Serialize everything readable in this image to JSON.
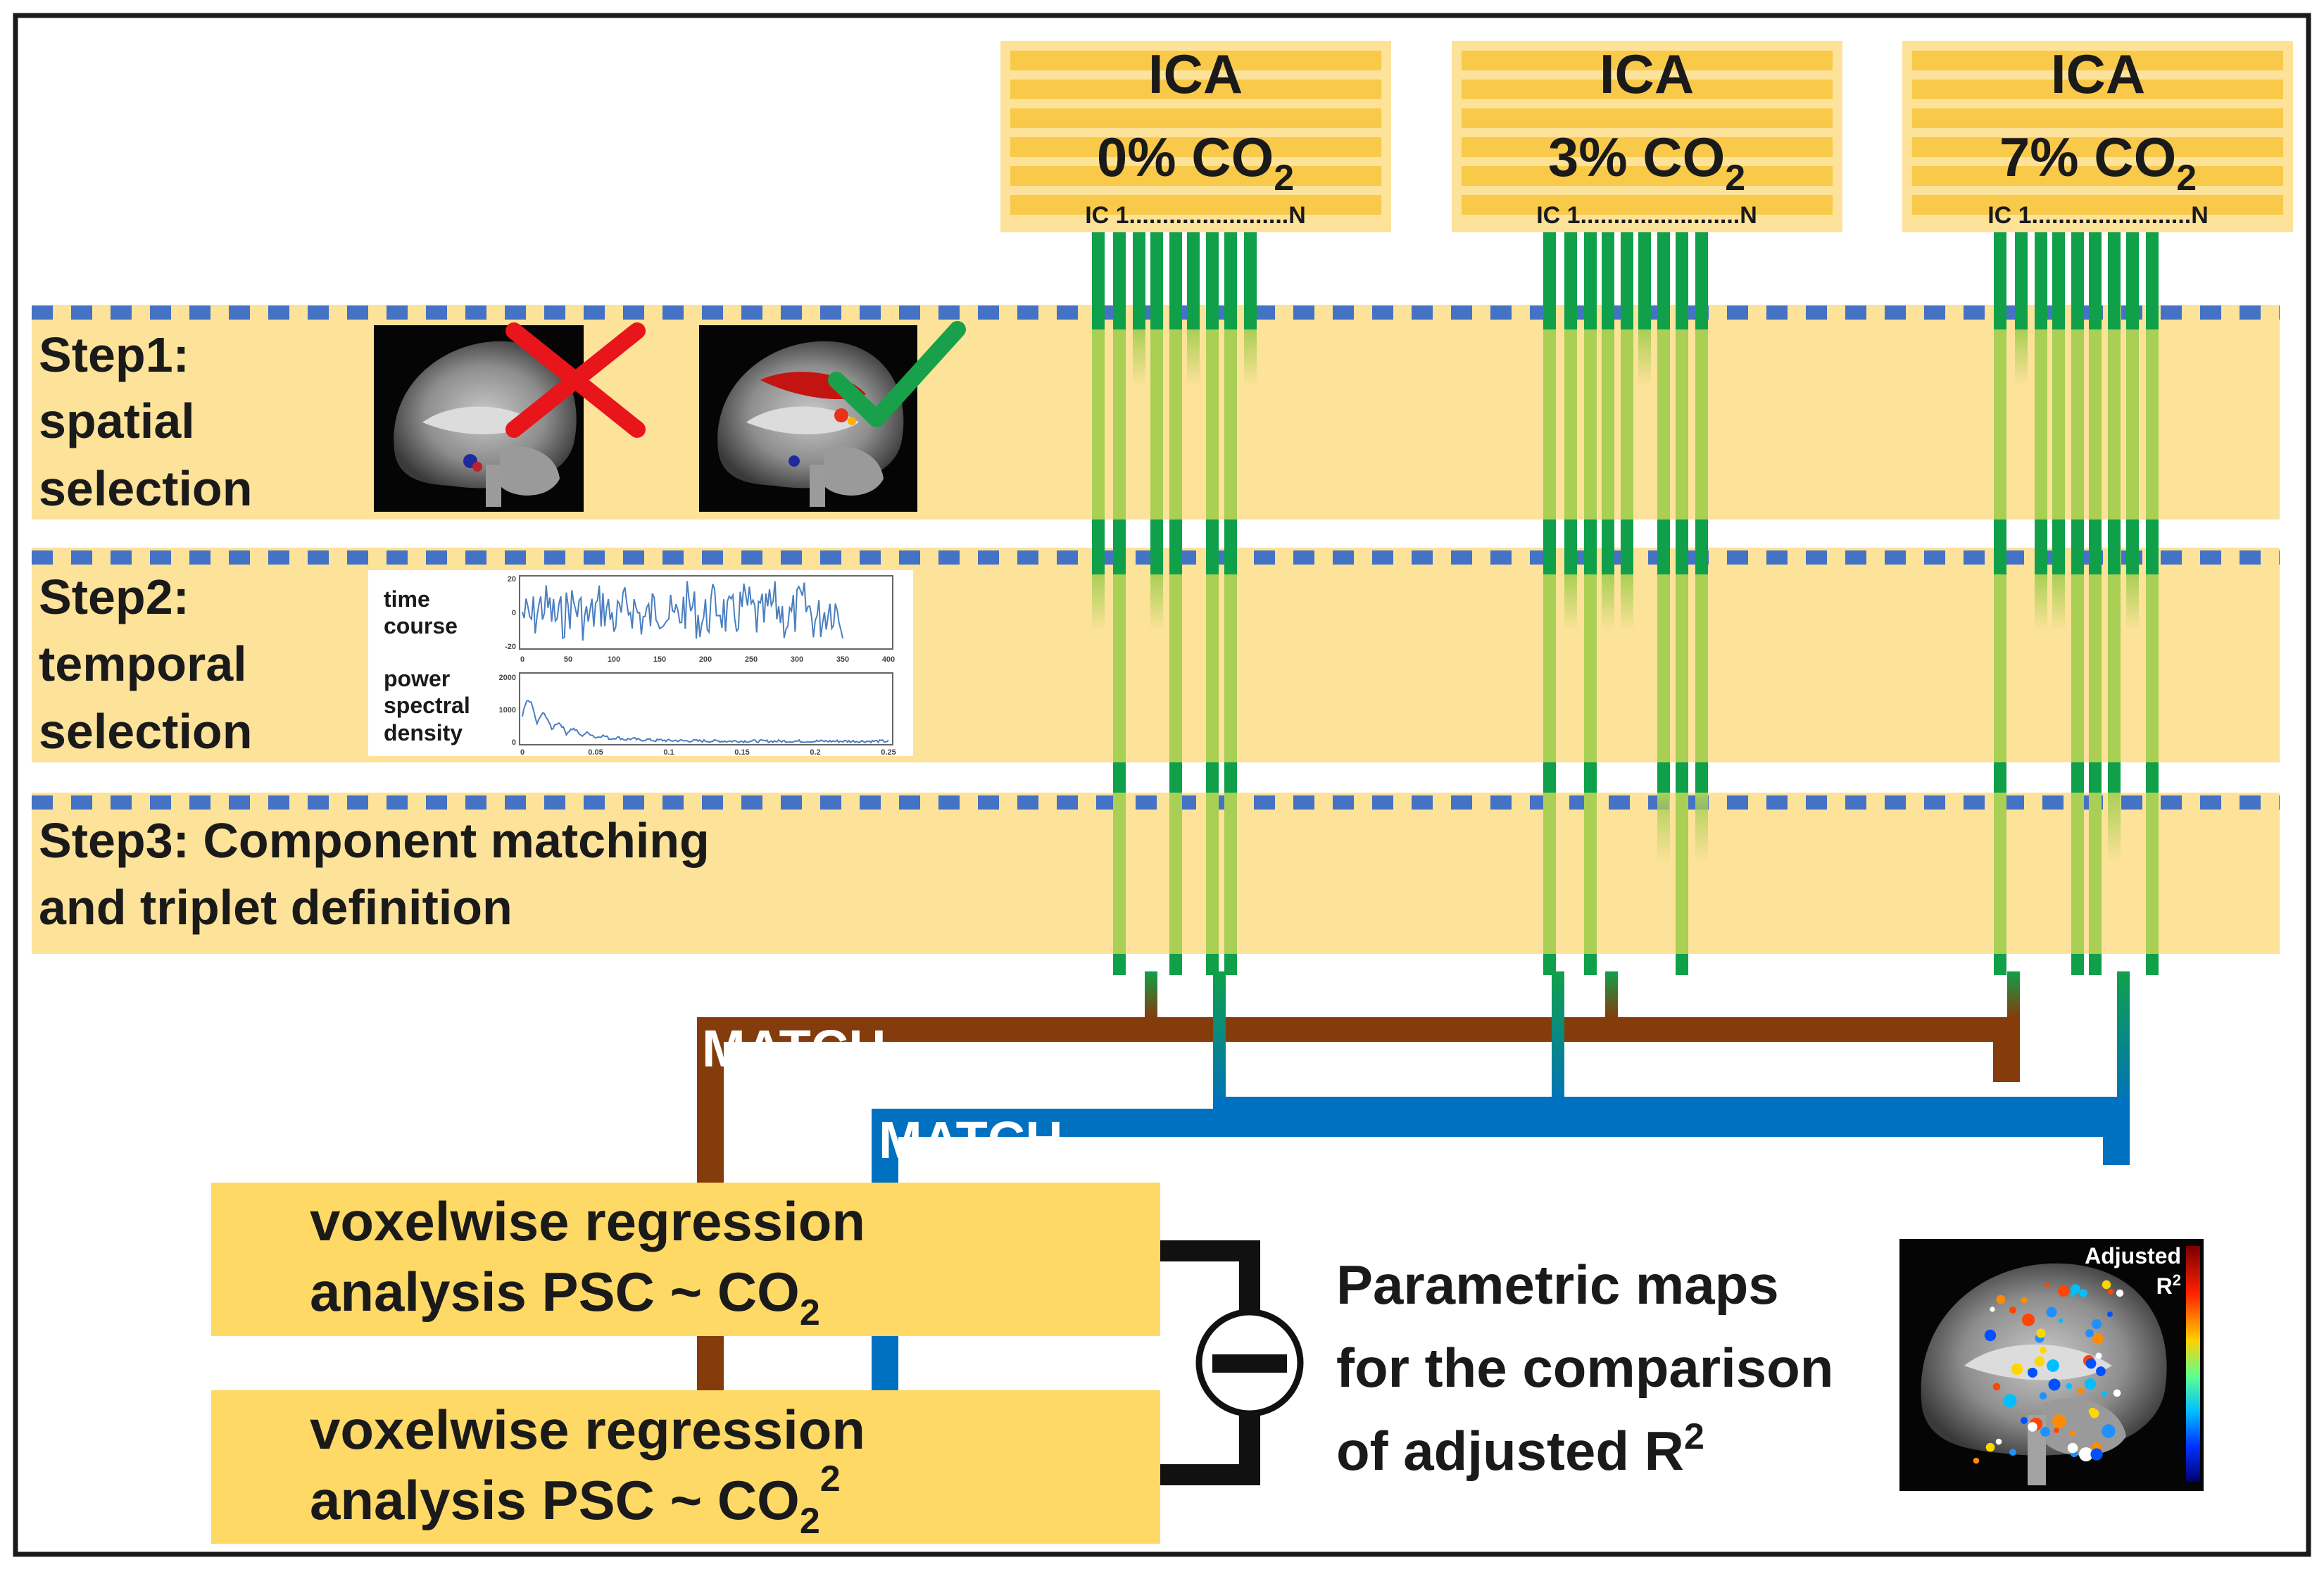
{
  "ica_blocks": [
    {
      "title": "ICA",
      "percent": "0%",
      "gas": "CO",
      "sub": "2",
      "ic_range": "IC 1........................N"
    },
    {
      "title": "ICA",
      "percent": "3%",
      "gas": "CO",
      "sub": "2",
      "ic_range": "IC 1........................N"
    },
    {
      "title": "ICA",
      "percent": "7%",
      "gas": "CO",
      "sub": "2",
      "ic_range": "IC 1........................N"
    }
  ],
  "steps": {
    "step1": {
      "line1": "Step1:",
      "line2": "spatial",
      "line3": "selection"
    },
    "step2": {
      "line1": "Step2:",
      "line2": "temporal",
      "line3": "selection"
    },
    "step3": {
      "line1": "Step3: Component matching",
      "line2": "and triplet definition"
    }
  },
  "plot": {
    "time_label_1": "time",
    "time_label_2": "course",
    "psd_label_1": "power",
    "psd_label_2": "spectral",
    "psd_label_3": "density",
    "time_y_ticks": [
      "20",
      "0",
      "-20"
    ],
    "time_x_ticks": [
      "0",
      "50",
      "100",
      "150",
      "200",
      "250",
      "300",
      "350",
      "400"
    ],
    "psd_y_ticks": [
      "2000",
      "1000",
      "0"
    ],
    "psd_x_ticks": [
      "0",
      "0.05",
      "0.1",
      "0.15",
      "0.2",
      "0.25"
    ]
  },
  "match": {
    "brown_label": "MATCH",
    "blue_label": "MATCH"
  },
  "regression": {
    "box1_line1": "voxelwise regression",
    "box1_line2": "analysis PSC ~ CO",
    "box1_sub": "2",
    "box2_line1": "voxelwise regression",
    "box2_line2": "analysis PSC ~ CO",
    "box2_sub": "2",
    "box2_sup": "2"
  },
  "result": {
    "line1": "Parametric maps",
    "line2": "for the comparison",
    "line3": "of adjusted R",
    "line3_sup": "2",
    "colorbar_label": "Adjusted",
    "colorbar_sub": "R",
    "colorbar_sup": "2"
  },
  "colors": {
    "band": "#fde29a",
    "band_stripe": "#f9c94a",
    "dash": "#4472c4",
    "green": "#10a04a",
    "green_light": "#a9cf55",
    "brown": "#843c0c",
    "blue": "#0070c0",
    "box": "#ffd966",
    "cross": "#e8151b",
    "check": "#18a14a"
  }
}
